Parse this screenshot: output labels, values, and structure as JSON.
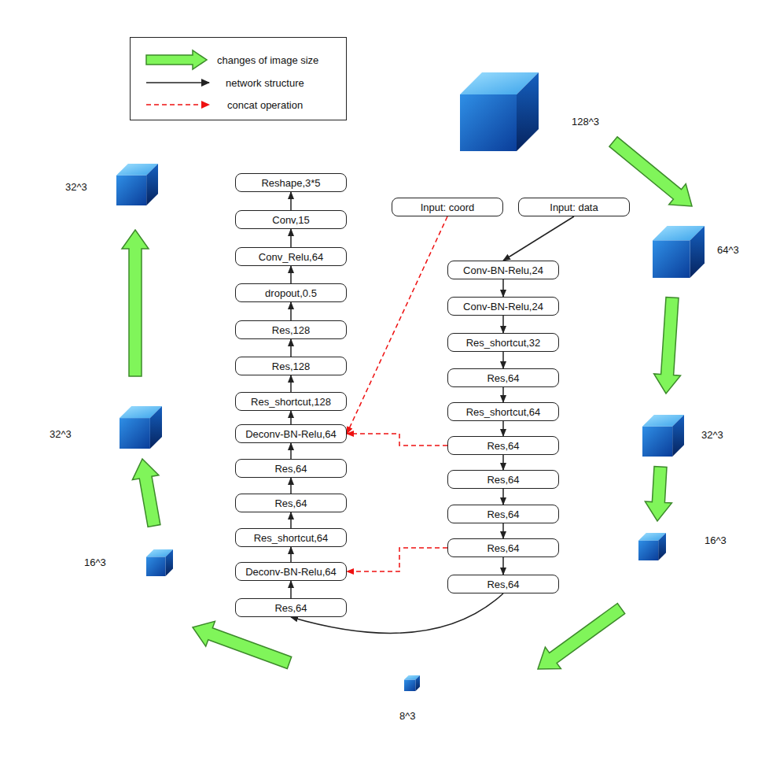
{
  "diagram": {
    "nodes": [
      {
        "text": [
          "Reshape,3*5"
        ]
      },
      {
        "text": [
          "Conv,15"
        ]
      },
      {
        "text": [
          "Conv_Relu,64"
        ]
      },
      {
        "text": [
          "dropout,0.5"
        ]
      },
      {
        "text": [
          "Res,128"
        ]
      },
      {
        "text": [
          "Res,128"
        ]
      },
      {
        "text": [
          "Res_shortcut,128"
        ]
      },
      {
        "text": [
          "Deconv-BN-Relu,64"
        ]
      },
      {
        "text": [
          "Res,64"
        ]
      },
      {
        "text": [
          "Res,64"
        ]
      },
      {
        "text": [
          "Res_shortcut,64"
        ]
      },
      {
        "text": [
          "Deconv-BN-Relu,64"
        ]
      },
      {
        "text": [
          "Res,64"
        ]
      },
      {
        "text": [
          "Input: coord"
        ]
      },
      {
        "text": [
          "Input: data"
        ]
      },
      {
        "text": [
          "Conv-BN-Relu,24"
        ]
      },
      {
        "text": [
          "Conv-BN-Relu,24"
        ]
      },
      {
        "text": [
          "Res_shortcut,32"
        ]
      },
      {
        "text": [
          "Res,64"
        ]
      },
      {
        "text": [
          "Res_shortcut,64"
        ]
      },
      {
        "text": [
          "Res,64"
        ]
      },
      {
        "text": [
          "Res,64"
        ]
      },
      {
        "text": [
          "Res,64"
        ]
      },
      {
        "text": [
          "Res,64"
        ]
      },
      {
        "text": [
          "Res,64"
        ]
      }
    ],
    "edges": [
      {
        "from": 14,
        "to": 15,
        "arrow": "to"
      },
      {
        "from": 15,
        "to": 16,
        "arrow": "to"
      },
      {
        "from": 16,
        "to": 17,
        "arrow": "to"
      },
      {
        "from": 17,
        "to": 18,
        "arrow": "to"
      },
      {
        "from": 18,
        "to": 19,
        "arrow": "to"
      },
      {
        "from": 19,
        "to": 20,
        "arrow": "to"
      },
      {
        "from": 20,
        "to": 21,
        "arrow": "to"
      },
      {
        "from": 21,
        "to": 22,
        "arrow": "to"
      },
      {
        "from": 22,
        "to": 23,
        "arrow": "to"
      },
      {
        "from": 23,
        "to": 24,
        "arrow": "to"
      },
      {
        "from": 24,
        "to": 12,
        "arrow": "to"
      },
      {
        "from": 12,
        "to": 11,
        "arrow": "to"
      },
      {
        "from": 11,
        "to": 10,
        "arrow": "to"
      },
      {
        "from": 10,
        "to": 9,
        "arrow": "to"
      },
      {
        "from": 9,
        "to": 8,
        "arrow": "to"
      },
      {
        "from": 8,
        "to": 7,
        "arrow": "to"
      },
      {
        "from": 7,
        "to": 6,
        "arrow": "to"
      },
      {
        "from": 6,
        "to": 5,
        "arrow": "to"
      },
      {
        "from": 5,
        "to": 4,
        "arrow": "to"
      },
      {
        "from": 4,
        "to": 3,
        "arrow": "to"
      },
      {
        "from": 3,
        "to": 2,
        "arrow": "to"
      },
      {
        "from": 2,
        "to": 1,
        "arrow": "to"
      },
      {
        "from": 1,
        "to": 0,
        "arrow": "to"
      },
      {
        "from": 13,
        "to": 7,
        "arrow": "to"
      },
      {
        "from": 20,
        "to": 7,
        "arrow": "to"
      },
      {
        "from": 23,
        "to": 11,
        "arrow": "to"
      }
    ],
    "labels": [
      "128^3",
      "32^3",
      "64^3",
      "32^3",
      "32^3",
      "16^3",
      "16^3",
      "8^3"
    ],
    "legend": [
      {
        "text": "changes of image size",
        "color": "#80f55a"
      },
      {
        "text": "network structure"
      },
      {
        "text": "concat operation"
      }
    ]
  }
}
